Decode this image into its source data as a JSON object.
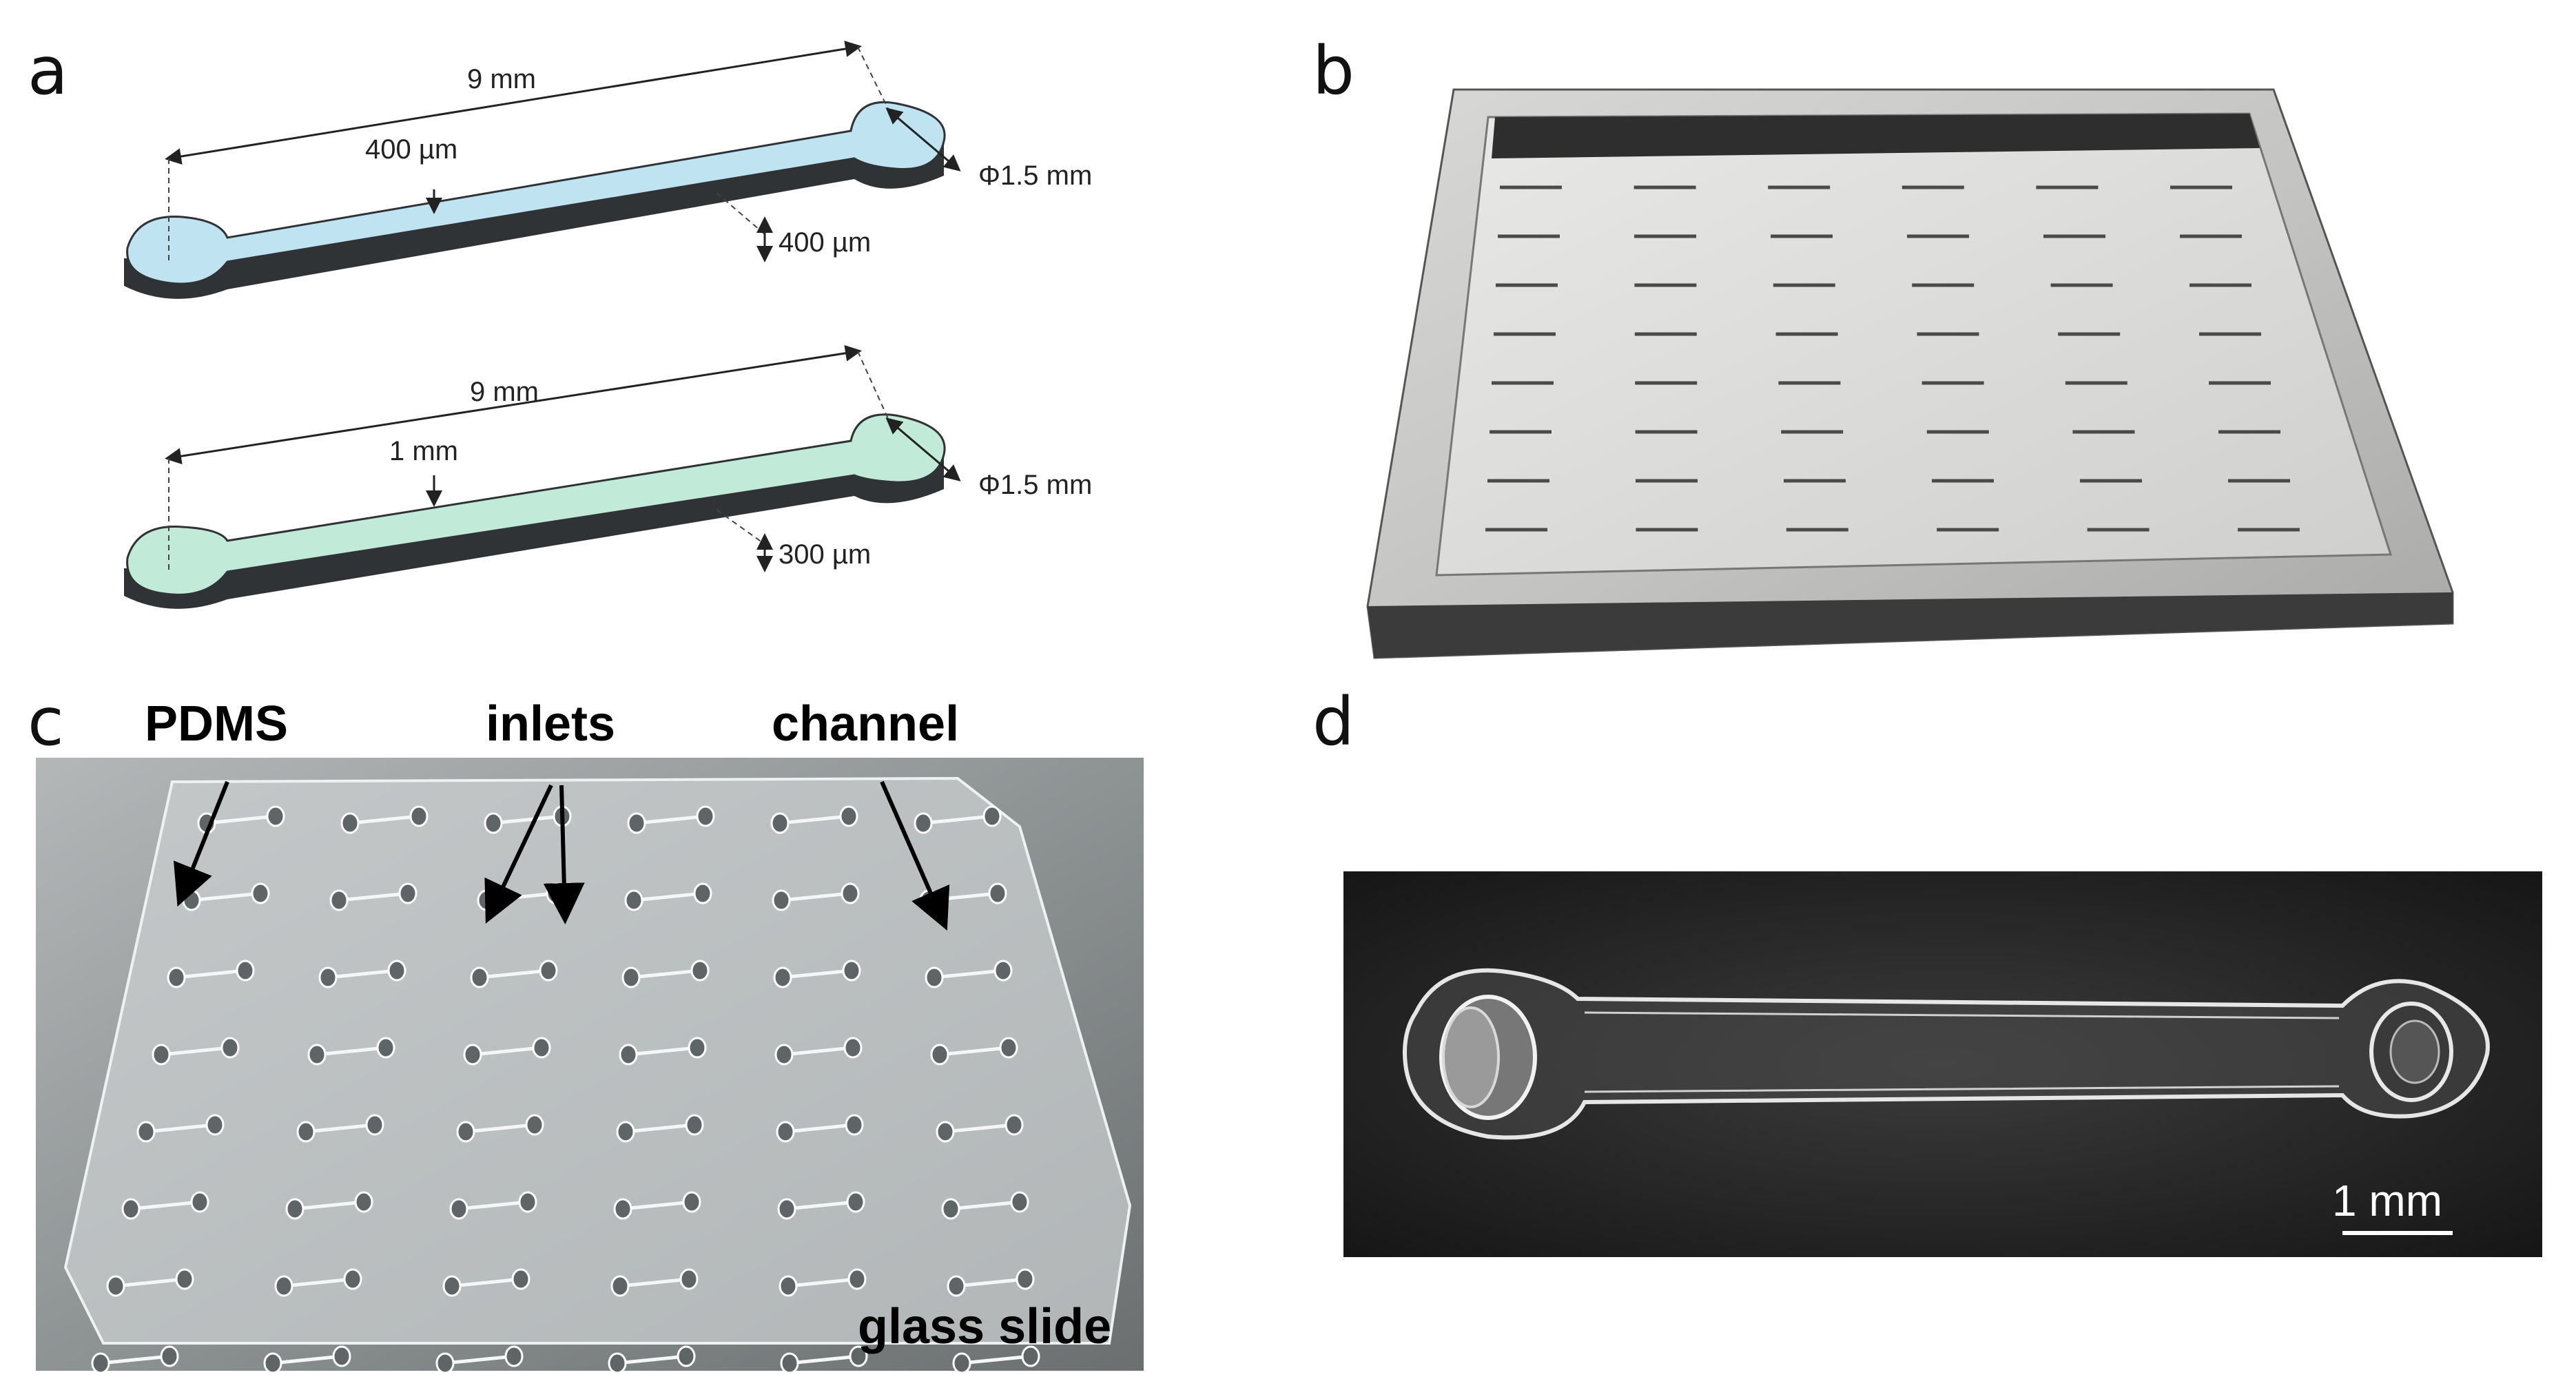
{
  "panels": {
    "a": {
      "letter": "a",
      "top_channel": {
        "length": "9 mm",
        "width": "400 µm",
        "diameter": "Φ1.5 mm",
        "depth": "400 µm"
      },
      "bottom_channel": {
        "length": "9 mm",
        "width": "1 mm",
        "diameter": "Φ1.5 mm",
        "depth": "300 µm"
      },
      "colors": {
        "top_fill": "#bfe3f0",
        "bottom_fill": "#c2ead8",
        "side": "#2f3335"
      }
    },
    "b": {
      "letter": "b",
      "grid": {
        "rows": 8,
        "cols": 6
      }
    },
    "c": {
      "letter": "c",
      "labels": {
        "pdms": "PDMS",
        "inlets": "inlets",
        "channel": "channel",
        "glass": "glass slide"
      },
      "grid": {
        "rows": 8,
        "cols": 6
      }
    },
    "d": {
      "letter": "d",
      "scale_bar": "1 mm"
    }
  }
}
